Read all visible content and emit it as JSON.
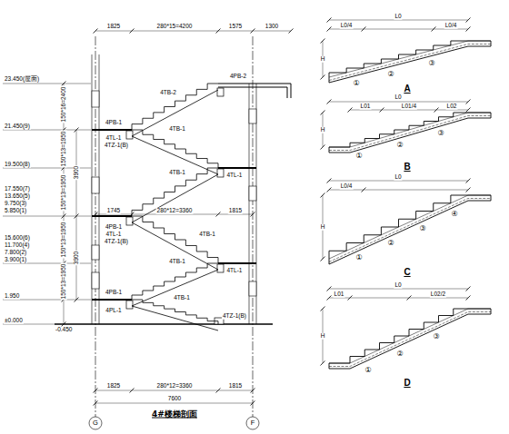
{
  "diagram": {
    "title": "4#楼梯剖面",
    "labels": [
      "1825",
      "280*15=4200",
      "1575",
      "1300",
      "23.450(屋面)",
      "21.450(9)",
      "19.500(8)",
      "17.550(7)",
      "13.650(5)",
      "9.750(3)",
      "5.850(1)",
      "15.600(6)",
      "11.700(4)",
      "7.800(2)",
      "3.900(1)",
      "1.950",
      "±0.000",
      "-0.450",
      "150*16=2400",
      "150*13=1950",
      "150*13=1950",
      "3900",
      "150*13=1950",
      "150*13=1950",
      "3900",
      "1745",
      "280*12=3360",
      "1815",
      "1825",
      "280*12=3360",
      "1815",
      "7600",
      "G",
      "F",
      "4TB-1",
      "4TB-1",
      "4TB-1",
      "4TB-1",
      "4TB-1",
      "4TB-2",
      "4PB-1",
      "4PL-1",
      "4PB-1",
      "4TL-1",
      "4TZ-1(B)",
      "4PB-1",
      "4TL-1",
      "4TZ-1(B)",
      "4TL-1",
      "4TL-1",
      "4PB-2",
      "4TZ-1(B)",
      "L0",
      "L0/4",
      "L0/4",
      "H",
      "①",
      "②",
      "③",
      "A",
      "L0",
      "L01",
      "L01/4",
      "L02",
      "H",
      "①",
      "②",
      "③",
      "B",
      "L0",
      "L0/4",
      "H",
      "①",
      "②",
      "③",
      "④",
      "C",
      "L0",
      "L01",
      "L02/2",
      "H",
      "①",
      "②",
      "③",
      "D"
    ]
  }
}
